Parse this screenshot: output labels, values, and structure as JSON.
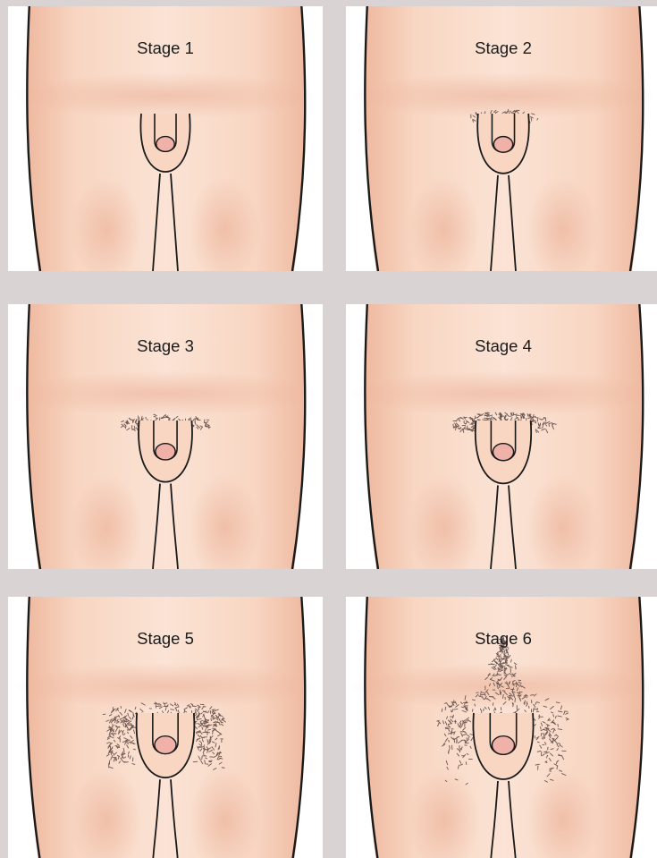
{
  "stages": [
    {
      "label": "Stage 1",
      "hair_level": 0
    },
    {
      "label": "Stage 2",
      "hair_level": 1
    },
    {
      "label": "Stage 3",
      "hair_level": 2
    },
    {
      "label": "Stage 4",
      "hair_level": 3
    },
    {
      "label": "Stage 5",
      "hair_level": 4
    },
    {
      "label": "Stage 6",
      "hair_level": 5
    }
  ],
  "colors": {
    "background": "#d9d3d3",
    "panel": "#ffffff",
    "skin": "#f8d6c2",
    "skin_shadow": "#efb9a0",
    "glans": "#f0b1a8",
    "outline": "#1a1a1a",
    "hair": "#6b5650"
  }
}
